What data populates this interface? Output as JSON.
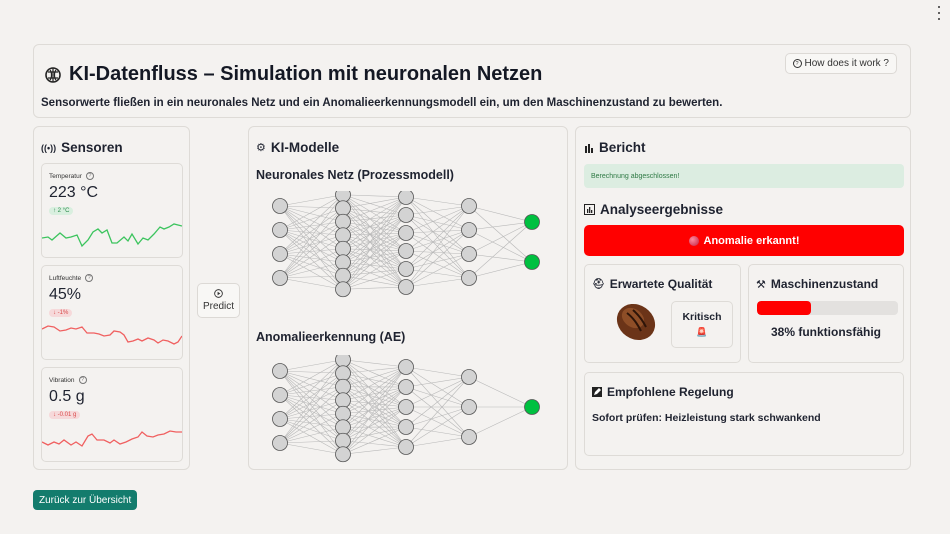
{
  "header": {
    "title": "KI-Datenfluss – Simulation mit neuronalen Netzen",
    "icon": "brain-icon",
    "description": "Sensorwerte fließen in ein neuronales Netz und ein Anomalieerkennungsmodell ein, um den Maschinenzustand zu bewerten.",
    "help_button": "How does it work ?"
  },
  "sensors": {
    "title": "Sensoren",
    "icon": "broadcast-icon",
    "items": [
      {
        "label": "Temperatur",
        "value": "223 °C",
        "delta": "↑ 2 °C",
        "trend": "up",
        "color": "#3cc45e"
      },
      {
        "label": "Luftfeuchte",
        "value": "45%",
        "delta": "↓ -1%",
        "trend": "down",
        "color": "#f06060"
      },
      {
        "label": "Vibration",
        "value": "0.5 g",
        "delta": "↓ -0.01 g",
        "trend": "down",
        "color": "#f06060"
      }
    ]
  },
  "predict_button": "Predict",
  "models": {
    "title": "KI-Modelle",
    "icon": "gear-icon",
    "nn_title": "Neuronales Netz (Prozessmodell)",
    "nn_layers": [
      4,
      8,
      6,
      4,
      2
    ],
    "ae_title": "Anomalieerkennung (AE)",
    "ae_layers": [
      4,
      8,
      5,
      3,
      1
    ],
    "node_color": "#d3d3d3",
    "output_color": "#00c040"
  },
  "report": {
    "title": "Bericht",
    "icon": "bar-chart-icon",
    "status": "Berechnung abgeschlossen!",
    "analysis_title": "Analyseergebnisse",
    "alert": "Anomalie erkannt!",
    "quality": {
      "title": "Erwartete Qualität",
      "label": "Kritisch"
    },
    "machine": {
      "title": "Maschinenzustand",
      "percent": 38,
      "text": "38% funktionsfähig"
    },
    "regulation": {
      "title": "Empfohlene Regelung",
      "text": "Sofort prüfen: Heizleistung stark schwankend"
    }
  },
  "back_button": "Zurück zur Übersicht"
}
